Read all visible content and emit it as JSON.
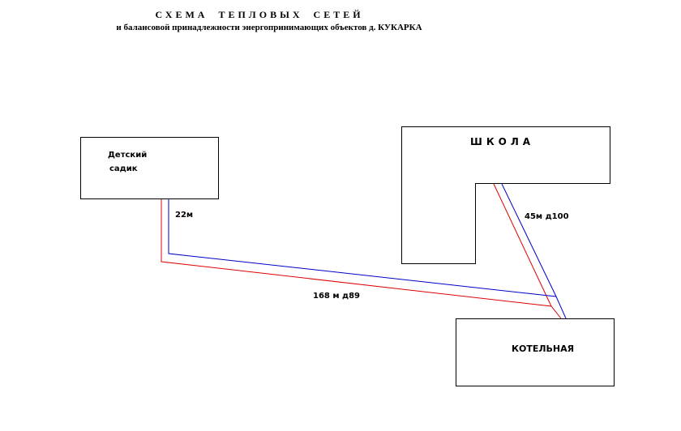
{
  "header": {
    "title": "СХЕМА ТЕПЛОВЫХ СЕТЕЙ",
    "subtitle": "и балансовой принадлежности энергопринимающих объектов д. КУКАРКА"
  },
  "buildings": {
    "kindergarten": {
      "line1": "Детский",
      "line2": "садик"
    },
    "school": {
      "label": "ШКОЛА"
    },
    "boiler": {
      "label": "КОТЕЛЬНАЯ"
    }
  },
  "pipes": {
    "kindergarten_branch": {
      "label": "22м"
    },
    "main_line": {
      "label": "168 м д89"
    },
    "school_branch": {
      "label": "45м д100"
    }
  },
  "colors": {
    "supply": "#e00000",
    "return": "#0000c8",
    "outline": "#000000"
  }
}
